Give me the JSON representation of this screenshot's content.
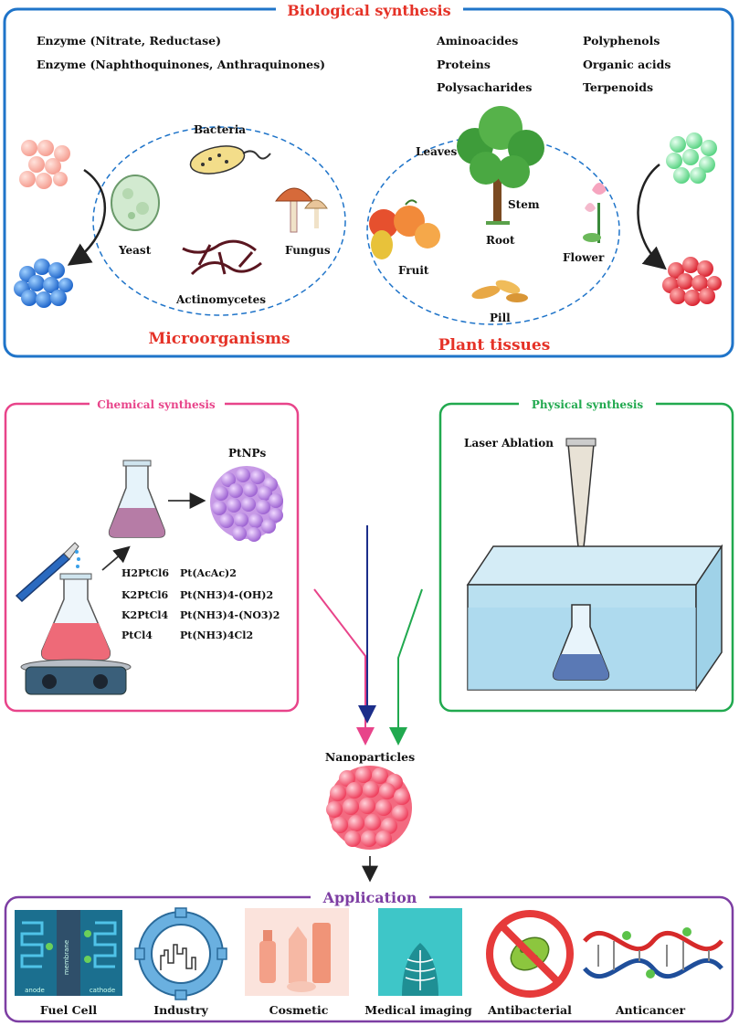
{
  "biological": {
    "title": "Biological synthesis",
    "enzymes": [
      "Enzyme (Nitrate, Reductase)",
      "Enzyme (Naphthoquinones, Anthraquinones)"
    ],
    "compounds_col1": [
      "Aminoacides",
      "Proteins",
      "Polysacharides"
    ],
    "compounds_col2": [
      "Polyphenols",
      "Organic acids",
      "Terpenoids"
    ],
    "microbes": {
      "bacteria": "Bacteria",
      "yeast": "Yeast",
      "fungus": "Fungus",
      "actinomycetes": "Actinomycetes"
    },
    "plant": {
      "leaves": "Leaves",
      "stem": "Stem",
      "root": "Root",
      "fruit": "Fruit",
      "flower": "Flower",
      "pill": "Pill"
    },
    "microorganisms_label": "Microorganisms",
    "plant_tissues_label": "Plant tissues"
  },
  "chemical": {
    "title": "Chemical synthesis",
    "product": "PtNPs",
    "precursors_col1": [
      "H2PtCl6",
      "K2PtCl6",
      "K2PtCl4",
      "PtCl4"
    ],
    "precursors_col2": [
      "Pt(AcAc)2",
      "Pt(NH3)4-(OH)2",
      "Pt(NH3)4-(NO3)2",
      "Pt(NH3)4Cl2"
    ]
  },
  "physical": {
    "title": "Physical synthesis",
    "method": "Laser Ablation"
  },
  "center": {
    "label": "Nanoparticles"
  },
  "application": {
    "title": "Application",
    "items": [
      "Fuel Cell",
      "Industry",
      "Cosmetic",
      "Medical imaging",
      "Antibacterial",
      "Anticancer"
    ],
    "fuel_cell_text": {
      "membrane": "membrane",
      "anode": "anode",
      "cathode": "cathode"
    }
  },
  "colors": {
    "bio_border": "#1f74c9",
    "red_title": "#e53227",
    "chem": "#e8448a",
    "phys": "#21a94f",
    "center_arrow": "#1c2e8a",
    "app": "#7d3ea3"
  }
}
